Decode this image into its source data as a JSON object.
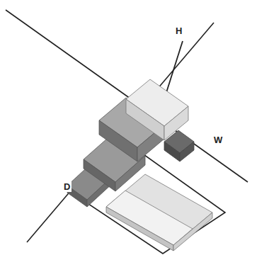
{
  "diagram": {
    "labels": [
      "H",
      "D",
      "W"
    ]
  }
}
